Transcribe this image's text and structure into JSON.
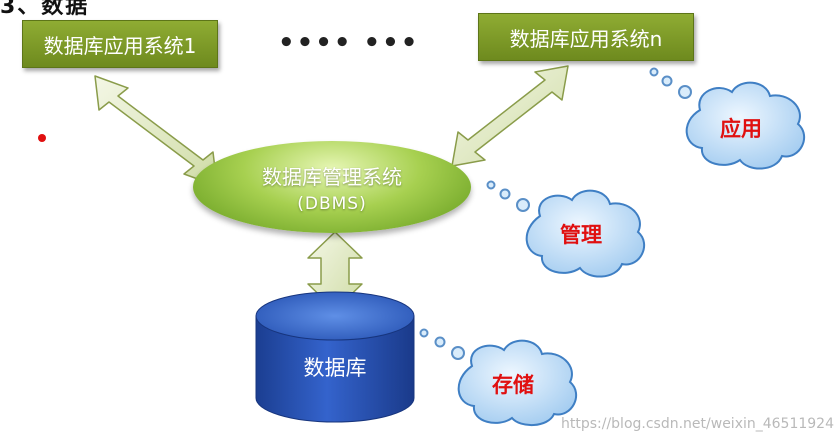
{
  "heading": {
    "fragment": "3、数据"
  },
  "apps": {
    "left_label": "数据库应用系统1",
    "right_label": "数据库应用系统n",
    "ellipsis": "•••• •••"
  },
  "dbms": {
    "name": "数据库管理系统",
    "abbr": "(DBMS)"
  },
  "database": {
    "label": "数据库"
  },
  "clouds": {
    "apply": "应用",
    "manage": "管理",
    "store": "存储"
  },
  "watermark": "https://blog.csdn.net/weixin_46511924",
  "colors": {
    "box_green": "#7a9626",
    "dbms_green": "#8cc43f",
    "cylinder_blue": "#2652b8",
    "cloud_blue": "#b5d8f5",
    "label_red": "#e01010"
  }
}
